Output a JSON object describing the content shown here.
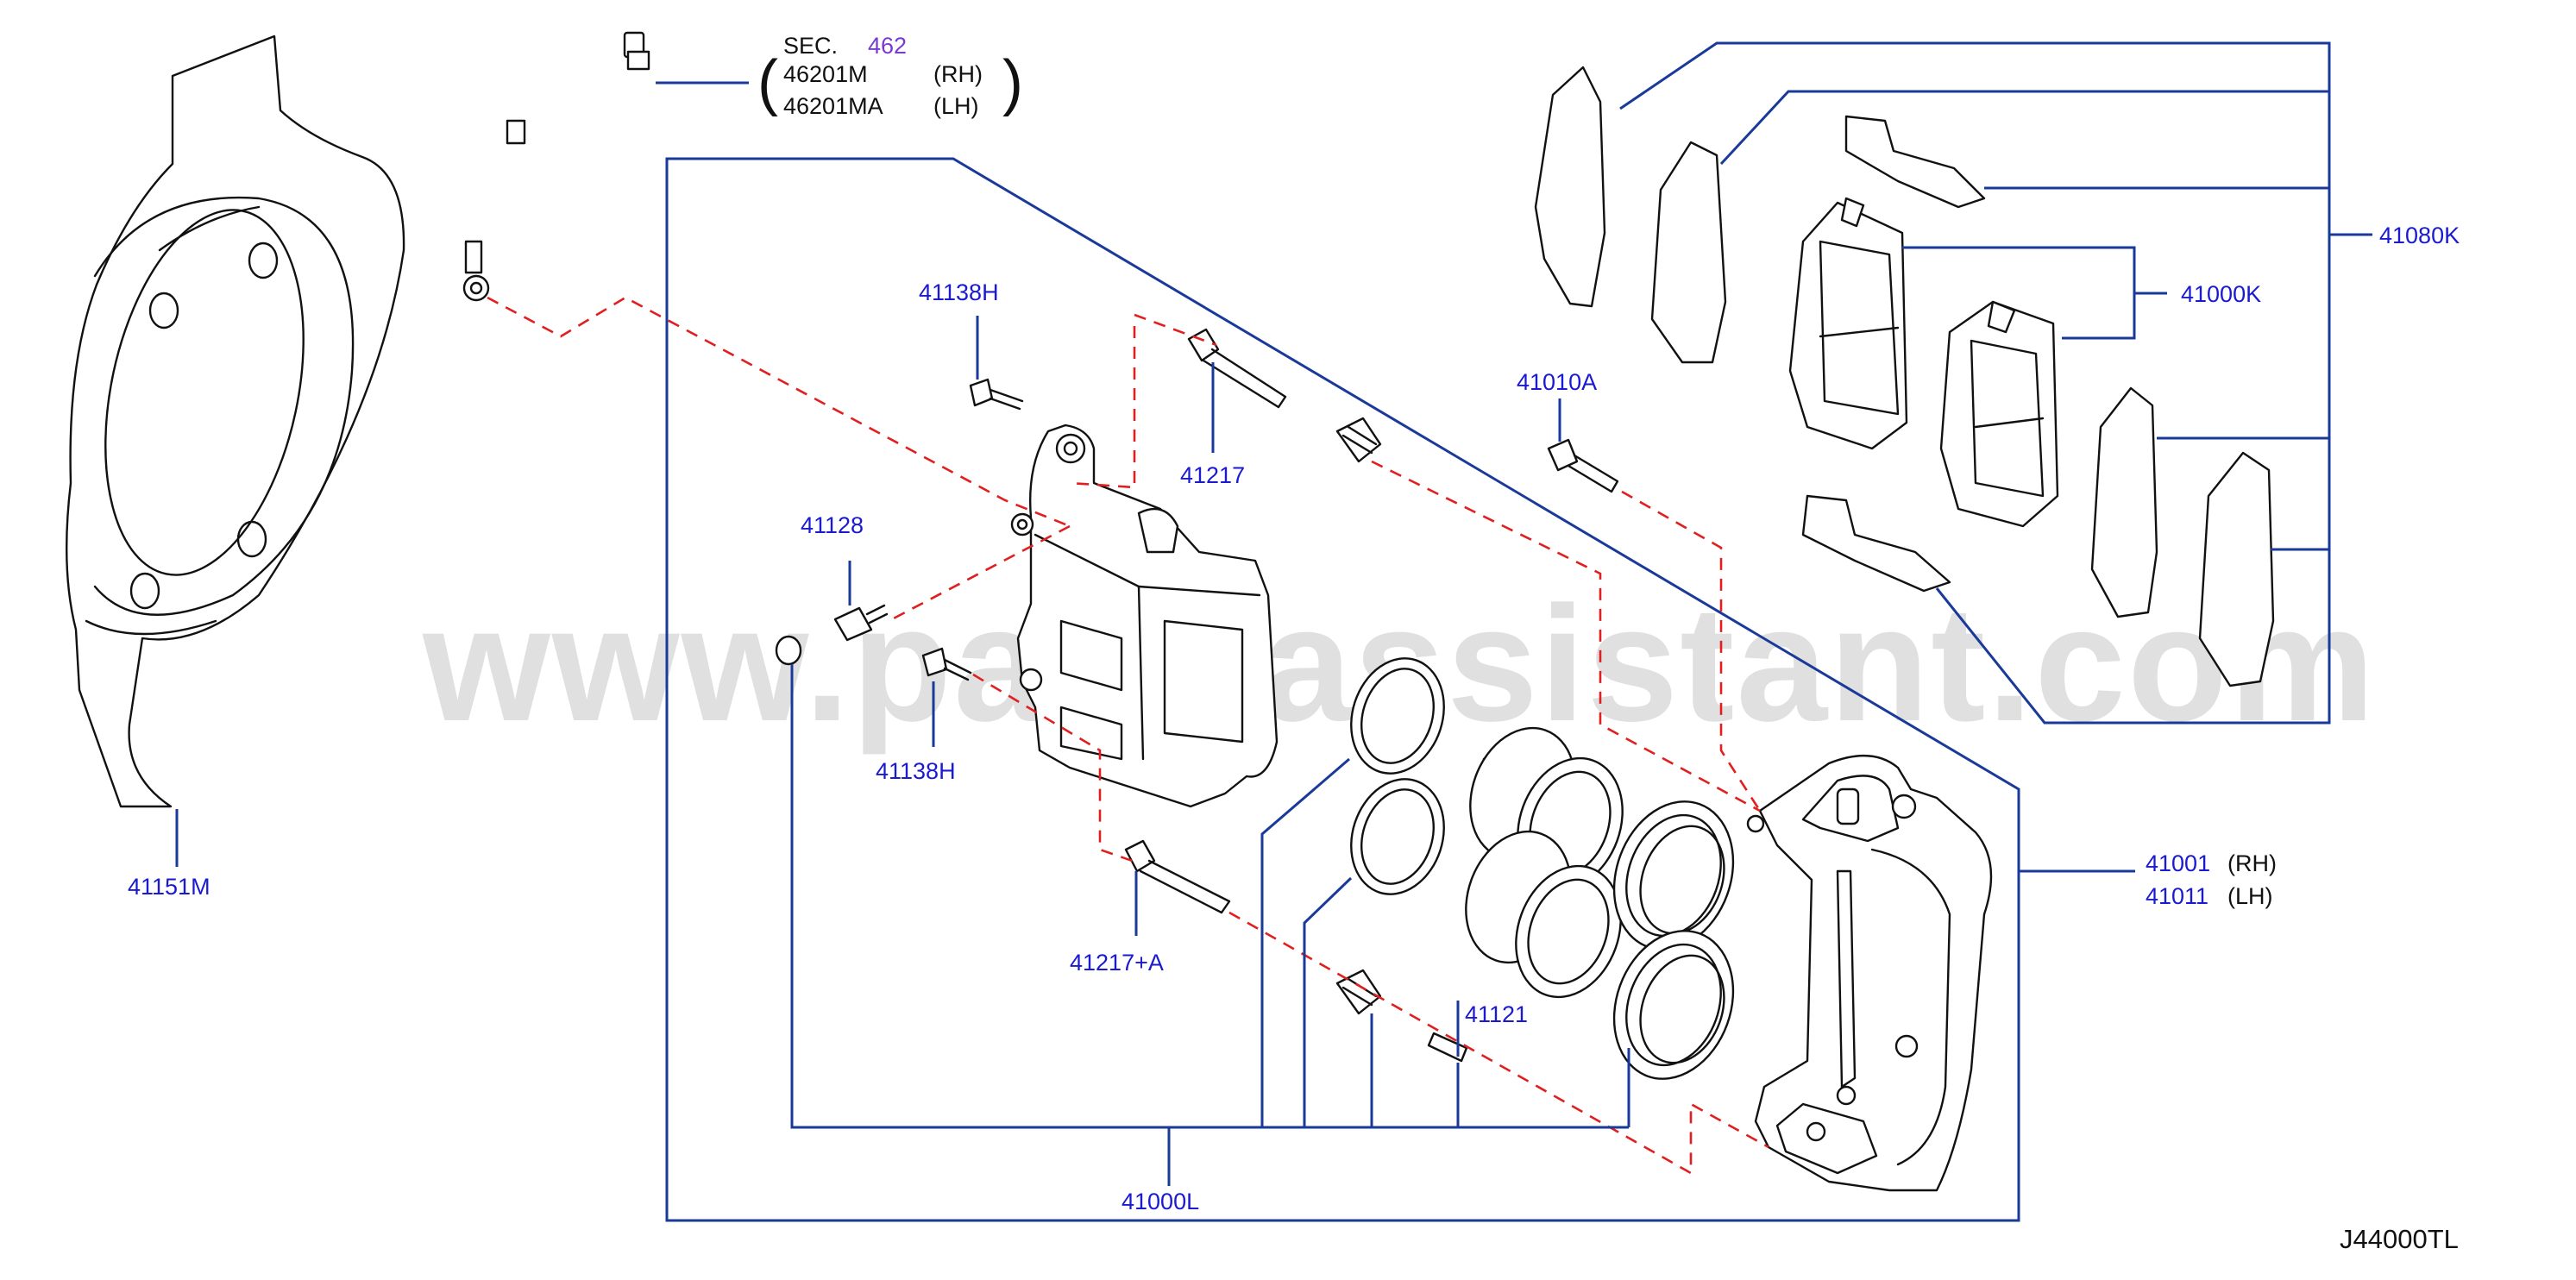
{
  "watermark": "www.partsassistant.com",
  "diagram_code": "J44000TL",
  "section_ref": {
    "prefix": "SEC.",
    "number": "462"
  },
  "hose_parts": [
    {
      "part_no": "46201M",
      "side": "(RH)"
    },
    {
      "part_no": "46201MA",
      "side": "(LH)"
    }
  ],
  "caliper_assembly": [
    {
      "part_no": "41001",
      "side": "(RH)"
    },
    {
      "part_no": "41011",
      "side": "(LH)"
    }
  ],
  "labels": {
    "dust_shield": "41151M",
    "bolt_top": "41138H",
    "bolt_bottom": "41138H",
    "bleeder": "41128",
    "pin_top": "41217",
    "pin_bottom": "41217+A",
    "mount_bolt": "41010A",
    "piston": "41121",
    "seal_kit": "41000L",
    "pad_kit": "41000K",
    "pad_hardware_kit": "41080K"
  },
  "colors": {
    "leader_lines": "#1a3a9a",
    "part_numbers": "#1a1ad0",
    "section_number": "#7a3ad0",
    "dashed_connectors": "#e02020"
  }
}
